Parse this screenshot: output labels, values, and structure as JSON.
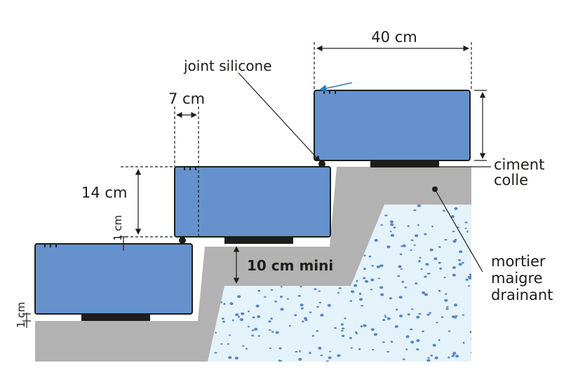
{
  "labels": {
    "width_step": "40 cm",
    "joint": "joint silicone",
    "overhang": "7 cm",
    "rise": "14 cm",
    "gap_1": "1 cm",
    "gap_2": "1 cm",
    "min_thickness": "10 cm mini",
    "ciment_line1": "ciment",
    "ciment_line2": "colle",
    "mortier_line1": "mortier",
    "mortier_line2": "maigre",
    "mortier_line3": "drainant"
  },
  "colors": {
    "step_fill": "#6592cc",
    "step_stroke": "#1d1d1b",
    "concrete": "#b2b2b2",
    "gravel_bg": "#e4f2fa",
    "gravel_dot": "#5b87c0",
    "adhesive": "#1d1d1b",
    "arrow_blue": "#2a78c2"
  }
}
